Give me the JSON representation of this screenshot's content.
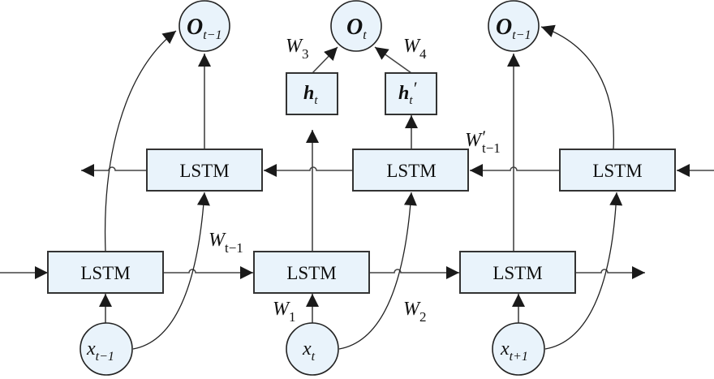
{
  "diagram": {
    "title": "Bidirectional LSTM",
    "cell_label": "LSTM",
    "forward_cells": [
      "LSTM",
      "LSTM",
      "LSTM"
    ],
    "backward_cells": [
      "LSTM",
      "LSTM",
      "LSTM"
    ],
    "inputs": [
      {
        "base": "x",
        "sub": "t−1"
      },
      {
        "base": "x",
        "sub": "t"
      },
      {
        "base": "x",
        "sub": "t+1"
      }
    ],
    "outputs": [
      {
        "base": "O",
        "sub": "t−1"
      },
      {
        "base": "O",
        "sub": "t"
      },
      {
        "base": "O",
        "sub": "t−1"
      }
    ],
    "hidden": [
      {
        "base": "h",
        "sub": "t",
        "prime": ""
      },
      {
        "base": "h",
        "sub": "t",
        "prime": "′"
      }
    ],
    "weights": {
      "w1": {
        "base": "W",
        "sub": "1",
        "prime": ""
      },
      "w2": {
        "base": "W",
        "sub": "2",
        "prime": ""
      },
      "w3": {
        "base": "W",
        "sub": "3",
        "prime": ""
      },
      "w4": {
        "base": "W",
        "sub": "4",
        "prime": ""
      },
      "wt_minus_1": {
        "base": "W",
        "sub": "t−1",
        "prime": ""
      },
      "wt_minus_1_prime": {
        "base": "W",
        "sub": "t−1",
        "prime": "′"
      }
    },
    "colors": {
      "node_fill": "#e9f3fb",
      "stroke": "#333333"
    }
  }
}
